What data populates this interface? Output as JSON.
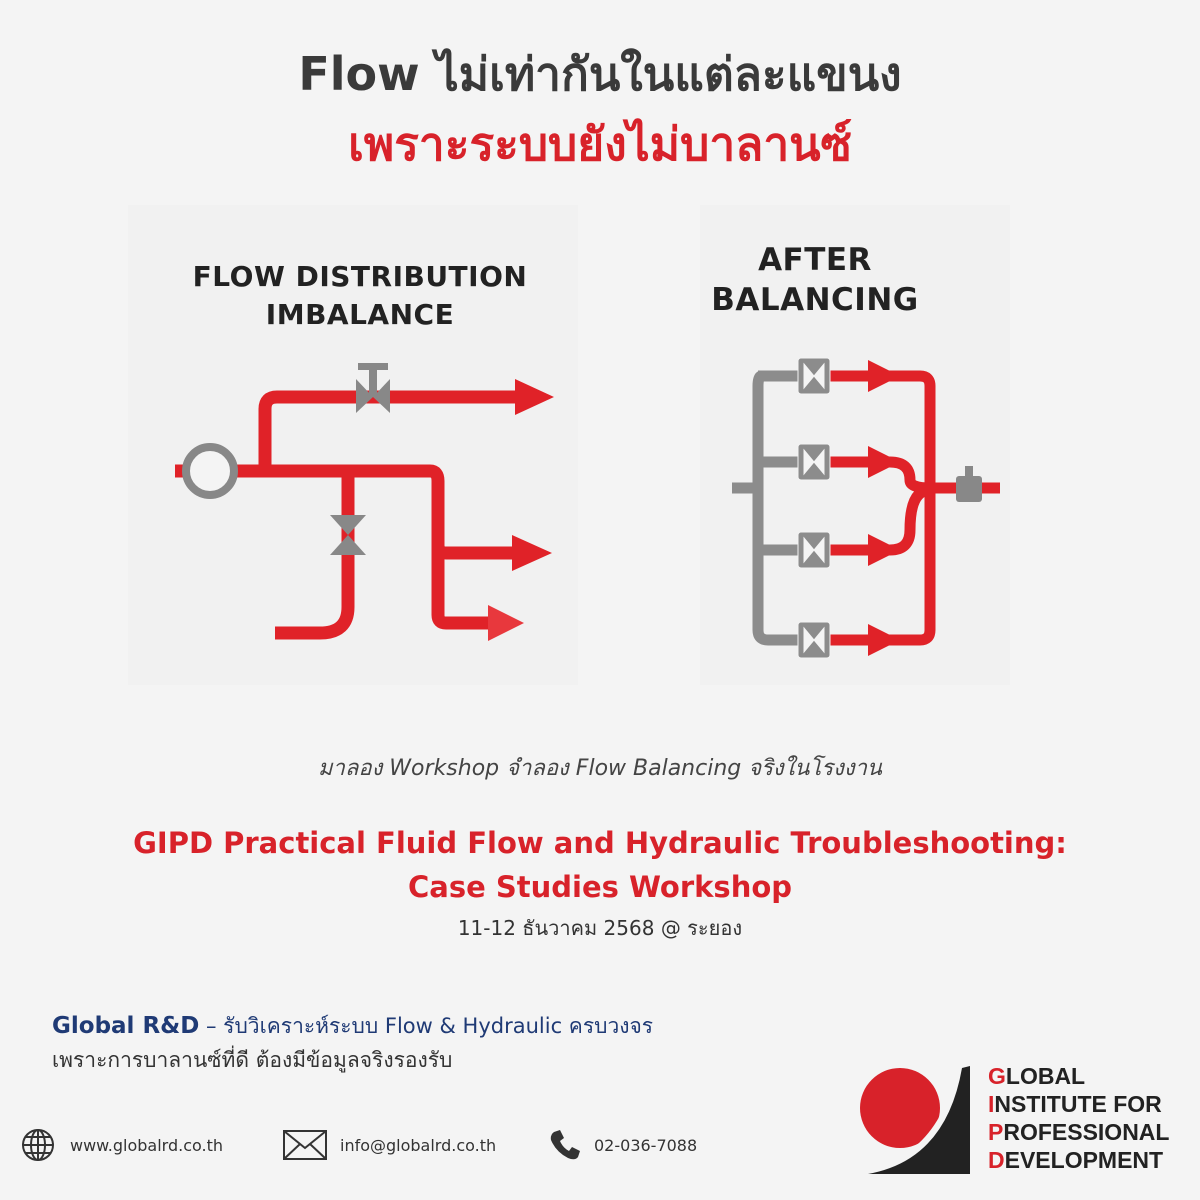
{
  "header": {
    "title_line1": "Flow ไม่เท่ากันในแต่ละแขนง",
    "title_line2": "เพราะระบบยังไม่บาลานซ์"
  },
  "diagram": {
    "left_label_line1": "FLOW DISTRIBUTION",
    "left_label_line2": "IMBALANCE",
    "right_label_line1": "AFTER",
    "right_label_line2": "BALANCING",
    "pipe_color": "#e02228",
    "manifold_color": "#8c8c8c",
    "valve_color": "#888888"
  },
  "tagline": "มาลอง Workshop จำลอง Flow Balancing จริงในโรงงาน",
  "course": {
    "title_line1": "GIPD Practical Fluid Flow and Hydraulic Troubleshooting:",
    "title_line2": "Case Studies Workshop",
    "date": "11-12 ธันวาคม 2568 @ ระยอง"
  },
  "promo": {
    "brand": "Global R&D",
    "dash": " – ",
    "desc": "รับวิเคราะห์ระบบ Flow & Hydraulic ครบวงจร",
    "line2": "เพราะการบาลานซ์ที่ดี ต้องมีข้อมูลจริงรองรับ"
  },
  "contact": {
    "web_icon": "globe-icon",
    "web": "www.globalrd.co.th",
    "mail_icon": "envelope-icon",
    "email": "info@globalrd.co.th",
    "phone_icon": "phone-icon",
    "phone": "02-036-7088"
  },
  "logo": {
    "line1_cap": "G",
    "line1_rest": "LOBAL",
    "line2_cap": "I",
    "line2_rest": "NSTITUTE FOR",
    "line3_cap": "P",
    "line3_rest": "ROFESSIONAL",
    "line4_cap": "D",
    "line4_rest": "EVELOPMENT",
    "accent_color": "#d8222a"
  }
}
